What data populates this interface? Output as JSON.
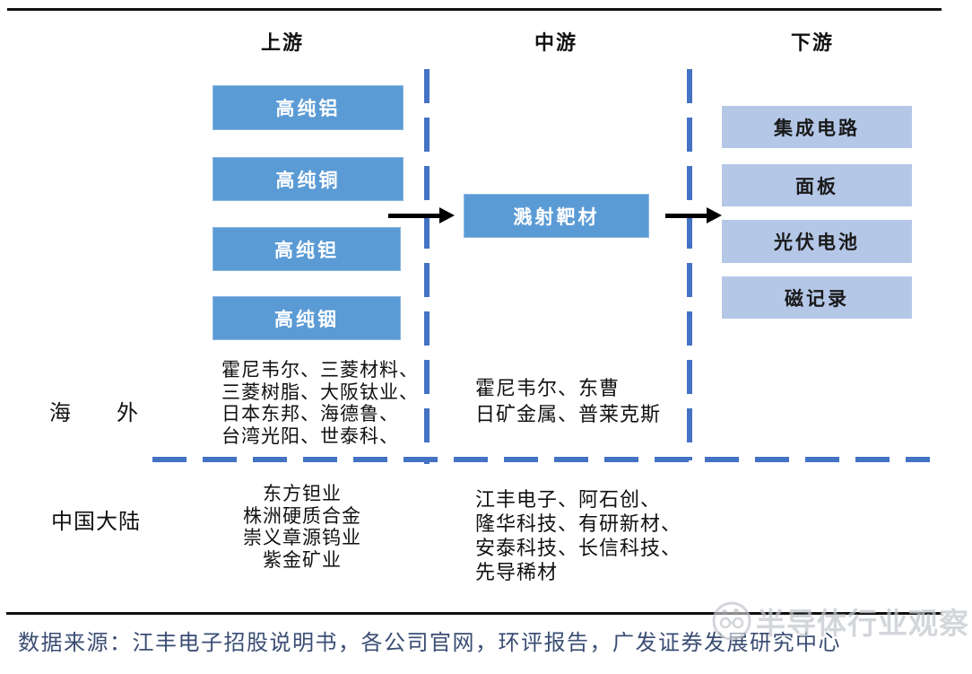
{
  "diagram": {
    "columns": [
      {
        "label": "上游"
      },
      {
        "label": "中游"
      },
      {
        "label": "下游"
      }
    ],
    "upstream_boxes": [
      "高纯铝",
      "高纯铜",
      "高纯钽",
      "高纯铟"
    ],
    "midstream_box": "溅射靶材",
    "downstream_boxes": [
      "集成电路",
      "面板",
      "光伏电池",
      "磁记录"
    ],
    "rows": {
      "overseas_label": "海　　外",
      "china_label": "中国大陆",
      "overseas_upstream": [
        "霍尼韦尔、三菱材料、",
        "三菱树脂、大阪钛业、",
        "日本东邦、海德鲁、",
        "台湾光阳、世泰科、"
      ],
      "overseas_midstream": [
        "霍尼韦尔、东曹",
        "日矿金属、普莱克斯"
      ],
      "china_upstream": [
        "东方钽业",
        "株洲硬质合金",
        "崇义章源钨业",
        "紫金矿业"
      ],
      "china_midstream": [
        "江丰电子、阿石创、",
        "隆华科技、有研新材、",
        "安泰科技、长信科技、",
        "先导稀材"
      ]
    }
  },
  "footer": {
    "source": "数据来源：江丰电子招股说明书，各公司官网，环评报告，广发证券发展研究中心"
  },
  "watermark": {
    "text": "半导体行业观察"
  },
  "colors": {
    "box_dark_blue": "#5B9BD5",
    "box_light_blue": "#B4C7E7",
    "dash_blue": "#4472C4",
    "footer_text": "#3A4D73",
    "rule_black": "#111111"
  }
}
